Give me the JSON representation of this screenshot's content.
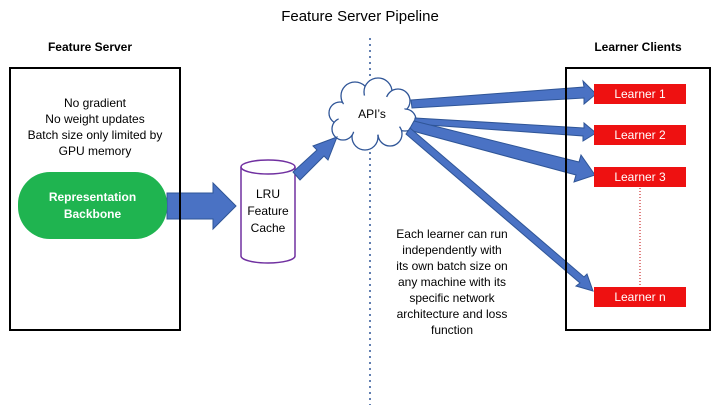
{
  "title": "Feature Server Pipeline",
  "feature_server": {
    "heading": "Feature Server",
    "notes": [
      "No gradient",
      "No weight updates",
      "Batch size only limited by",
      "GPU memory"
    ],
    "backbone_lines": [
      "Representation",
      "Backbone"
    ]
  },
  "cache": {
    "lines": [
      "LRU",
      "Feature",
      "Cache"
    ]
  },
  "api": {
    "label": "API’s"
  },
  "learner_clients": {
    "heading": "Learner Clients",
    "learners": [
      "Learner 1",
      "Learner 2",
      "Learner 3",
      "Learner n"
    ]
  },
  "description_lines": [
    "Each learner can run",
    "independently with",
    "its own batch size on",
    "any machine with its",
    "specific network",
    "architecture and loss",
    "function"
  ],
  "colors": {
    "arrow": "#4a72c4",
    "arrow_stroke": "#2f5597",
    "backbone": "#1fb450",
    "learner": "#ee1111",
    "cylinder": "#7030a0",
    "divider": "#2f5597",
    "dotted_link": "#c00000"
  }
}
